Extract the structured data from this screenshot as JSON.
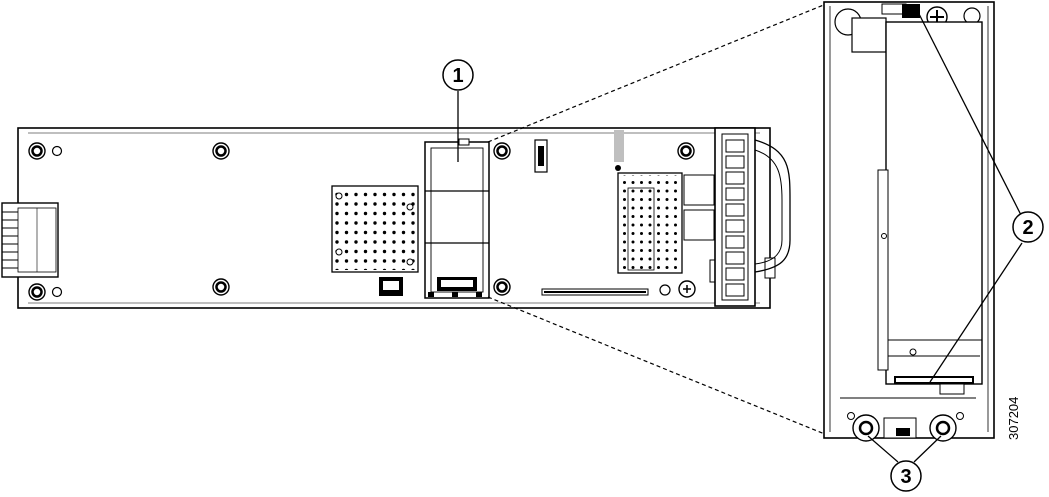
{
  "callouts": [
    {
      "id": "1",
      "label": "1"
    },
    {
      "id": "2",
      "label": "2"
    },
    {
      "id": "3",
      "label": "3"
    }
  ],
  "figure_id": "307204",
  "colors": {
    "line": "#000000",
    "fill_gray": "#bfbfbf",
    "background": "#ffffff"
  }
}
